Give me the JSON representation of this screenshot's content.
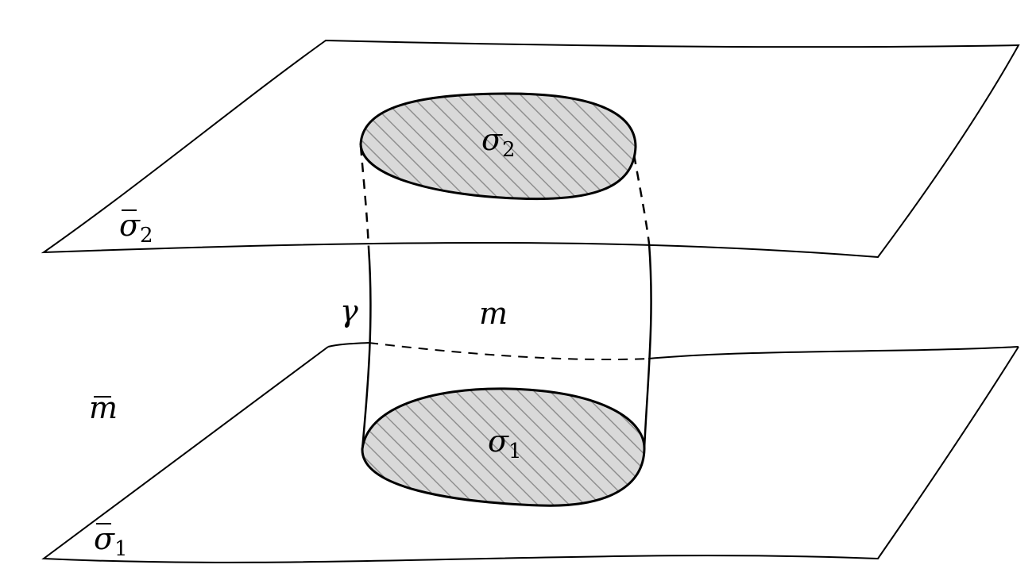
{
  "labels": {
    "sigma_bar_2": {
      "base": "σ",
      "sub": "2"
    },
    "sigma_bar_1": {
      "base": "σ",
      "sub": "1"
    },
    "sigma_2": {
      "base": "σ",
      "sub": "2"
    },
    "sigma_1": {
      "base": "σ",
      "sub": "1"
    },
    "gamma": "γ",
    "m": "m",
    "m_bar": "m"
  },
  "colors": {
    "stroke": "#000000",
    "hatch_fill": "#d9d9d9",
    "hatch_line": "#8f8f8f",
    "background": "#ffffff"
  }
}
